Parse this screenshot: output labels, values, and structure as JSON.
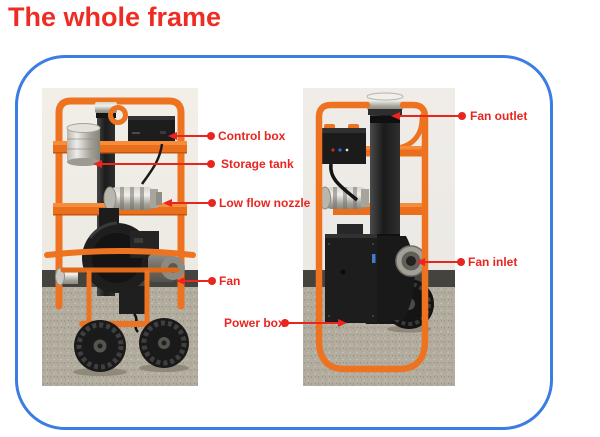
{
  "title": "The whole frame",
  "colors": {
    "title": "#ee2c23",
    "label": "#e8251f",
    "border": "#3b7de2",
    "orange": "#ee7320"
  },
  "callouts": [
    {
      "id": "control-box",
      "text": "Control box"
    },
    {
      "id": "storage-tank",
      "text": "Storage tank"
    },
    {
      "id": "low-flow-nozzle",
      "text": "Low flow nozzle"
    },
    {
      "id": "fan",
      "text": "Fan"
    },
    {
      "id": "power-box",
      "text": "Power box"
    },
    {
      "id": "fan-outlet",
      "text": "Fan outlet"
    },
    {
      "id": "fan-inlet",
      "text": "Fan inlet"
    }
  ]
}
